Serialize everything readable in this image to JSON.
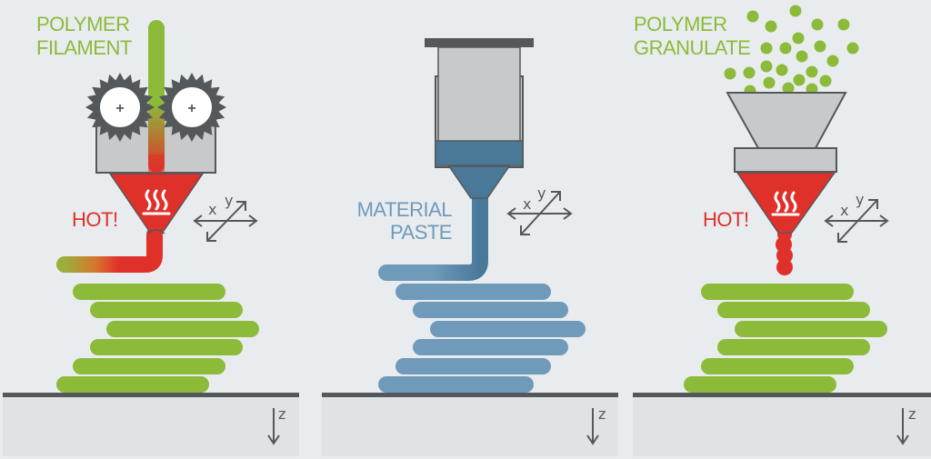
{
  "colors": {
    "background": "#e9ecef",
    "green": "#8cbb3a",
    "green_text": "#8cbb3a",
    "red": "#e0302a",
    "blue": "#6f9aba",
    "blue_dark": "#4a7898",
    "blue_text": "#6f9aba",
    "gray_body": "#c8c9ca",
    "gray_dark": "#55585b",
    "platform": "#e0e2e3"
  },
  "panels": [
    {
      "id": "filament",
      "title_lines": [
        "POLYMER",
        "FILAMENT"
      ],
      "hot_label": "HOT!",
      "axis_x": "x",
      "axis_y": "y",
      "axis_z": "z"
    },
    {
      "id": "paste",
      "title_lines": [
        "MATERIAL",
        "PASTE"
      ],
      "axis_x": "x",
      "axis_y": "y",
      "axis_z": "z"
    },
    {
      "id": "granulate",
      "title_lines": [
        "POLYMER",
        "GRANULATE"
      ],
      "hot_label": "HOT!",
      "axis_x": "x",
      "axis_y": "y",
      "axis_z": "z"
    }
  ]
}
